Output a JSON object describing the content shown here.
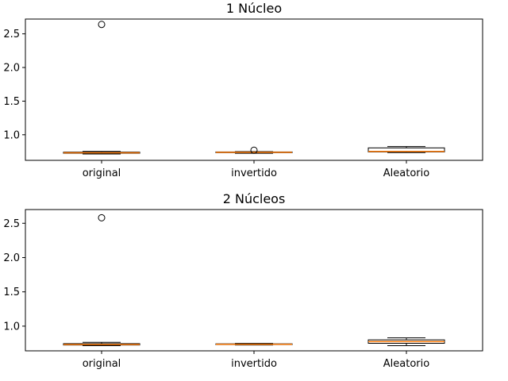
{
  "chart_data": [
    {
      "type": "box",
      "title": "1 Núcleo",
      "categories": [
        "original",
        "invertido",
        "Aleatorio"
      ],
      "ylim": [
        0.62,
        2.72
      ],
      "yticks": [
        "1.0",
        "1.5",
        "2.0",
        "2.5"
      ],
      "ytick_values": [
        1.0,
        1.5,
        2.0,
        2.5
      ],
      "grid": false,
      "boxes": [
        {
          "whislo": 0.715,
          "q1": 0.725,
          "med": 0.732,
          "q3": 0.742,
          "whishi": 0.752,
          "fliers": [
            2.64
          ]
        },
        {
          "whislo": 0.725,
          "q1": 0.734,
          "med": 0.739,
          "q3": 0.745,
          "whishi": 0.75,
          "fliers": [
            0.77
          ]
        },
        {
          "whislo": 0.735,
          "q1": 0.745,
          "med": 0.753,
          "q3": 0.805,
          "whishi": 0.825,
          "fliers": []
        }
      ]
    },
    {
      "type": "box",
      "title": "2 Núcleos",
      "categories": [
        "original",
        "invertido",
        "Aleatorio"
      ],
      "ylim": [
        0.64,
        2.7
      ],
      "yticks": [
        "1.0",
        "1.5",
        "2.0",
        "2.5"
      ],
      "ytick_values": [
        1.0,
        1.5,
        2.0,
        2.5
      ],
      "grid": false,
      "boxes": [
        {
          "whislo": 0.715,
          "q1": 0.725,
          "med": 0.733,
          "q3": 0.745,
          "whishi": 0.765,
          "fliers": [
            2.58
          ]
        },
        {
          "whislo": 0.725,
          "q1": 0.731,
          "med": 0.736,
          "q3": 0.742,
          "whishi": 0.749,
          "fliers": []
        },
        {
          "whislo": 0.715,
          "q1": 0.75,
          "med": 0.775,
          "q3": 0.8,
          "whishi": 0.83,
          "fliers": []
        }
      ]
    }
  ],
  "colors": {
    "median": "#ff7f0e",
    "box": "#000000",
    "flier": "#000000"
  }
}
